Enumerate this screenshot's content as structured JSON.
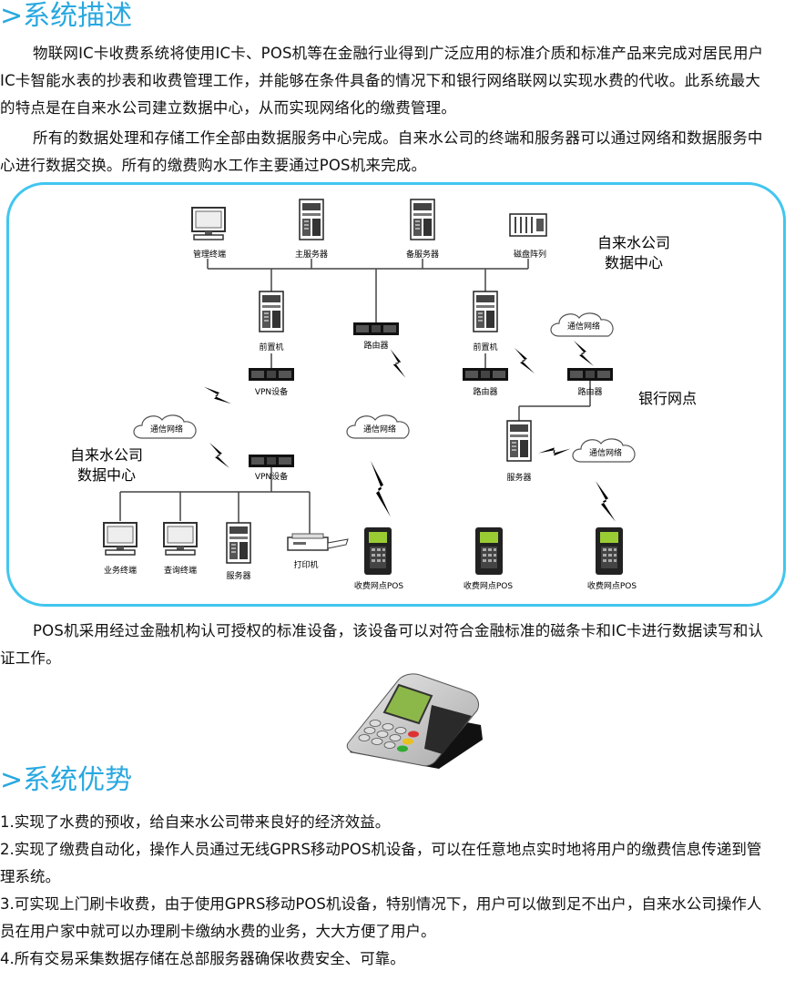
{
  "section1": {
    "title": ">系统描述",
    "para1_lines": [
      "物联网IC卡收费系统将使用IC卡、POS机等在金融行业得到广泛应用的标准介质和标准产品来完成对居民用户",
      "IC卡智能水表的抄表和收费管理工作，并能够在条件具备的情况下和银行网络联网以实现水费的代收。此系统最大",
      "的特点是在自来水公司建立数据中心，从而实现网络化的缴费管理。"
    ],
    "para2_lines": [
      "所有的数据处理和存储工作全部由数据服务中心完成。自来水公司的终端和服务器可以通过网络和数据服务中",
      "心进行数据交换。所有的缴费购水工作主要通过POS机来完成。"
    ]
  },
  "diagram": {
    "top_nodes": [
      "管理终端",
      "主服务器",
      "备服务器",
      "磁盘阵列"
    ],
    "data_center_top_lines": [
      "自来水公司",
      "数据中心"
    ],
    "front1": "前置机",
    "router_mid": "路由器",
    "front2": "前置机",
    "cloud_bank": "通信网络",
    "router_bank1": "路由器",
    "router_bank2": "路由器",
    "bank_label": "银行网点",
    "vpn1": "VPN设备",
    "cloud_left": "通信网络",
    "cloud_mid": "通信网络",
    "data_center_left_lines": [
      "自来水公司",
      "数据中心"
    ],
    "vpn2": "VPN设备",
    "bank_server": "服务器",
    "cloud_right": "通信网络",
    "bottom_nodes": [
      "业务终端",
      "查询终端",
      "服务器",
      "打印机"
    ],
    "pos_labels": [
      "收费网点POS",
      "收费网点POS",
      "收费网点POS"
    ]
  },
  "section_pos": {
    "lines": [
      "POS机采用经过金融机构认可授权的标准设备，该设备可以对符合金融标准的磁条卡和IC卡进行数据读写和认",
      "证工作。"
    ]
  },
  "section2": {
    "title": ">系统优势",
    "items": [
      [
        "1.实现了水费的预收，给自来水公司带来良好的经济效益。"
      ],
      [
        "2.实现了缴费自动化，操作人员通过无线GPRS移动POS机设备，可以在任意地点实时地将用户的缴费信息传递到管",
        "理系统。"
      ],
      [
        "3.可实现上门刷卡收费，由于使用GPRS移动POS机设备，特别情况下，用户可以做到足不出户，自来水公司操作人",
        "员在用户家中就可以办理刷卡缴纳水费的业务，大大方便了用户。"
      ],
      [
        "4.所有交易采集数据存储在总部服务器确保收费安全、可靠。"
      ]
    ]
  },
  "colors": {
    "accent": "#29a8e0",
    "frame": "#41c6ef"
  }
}
